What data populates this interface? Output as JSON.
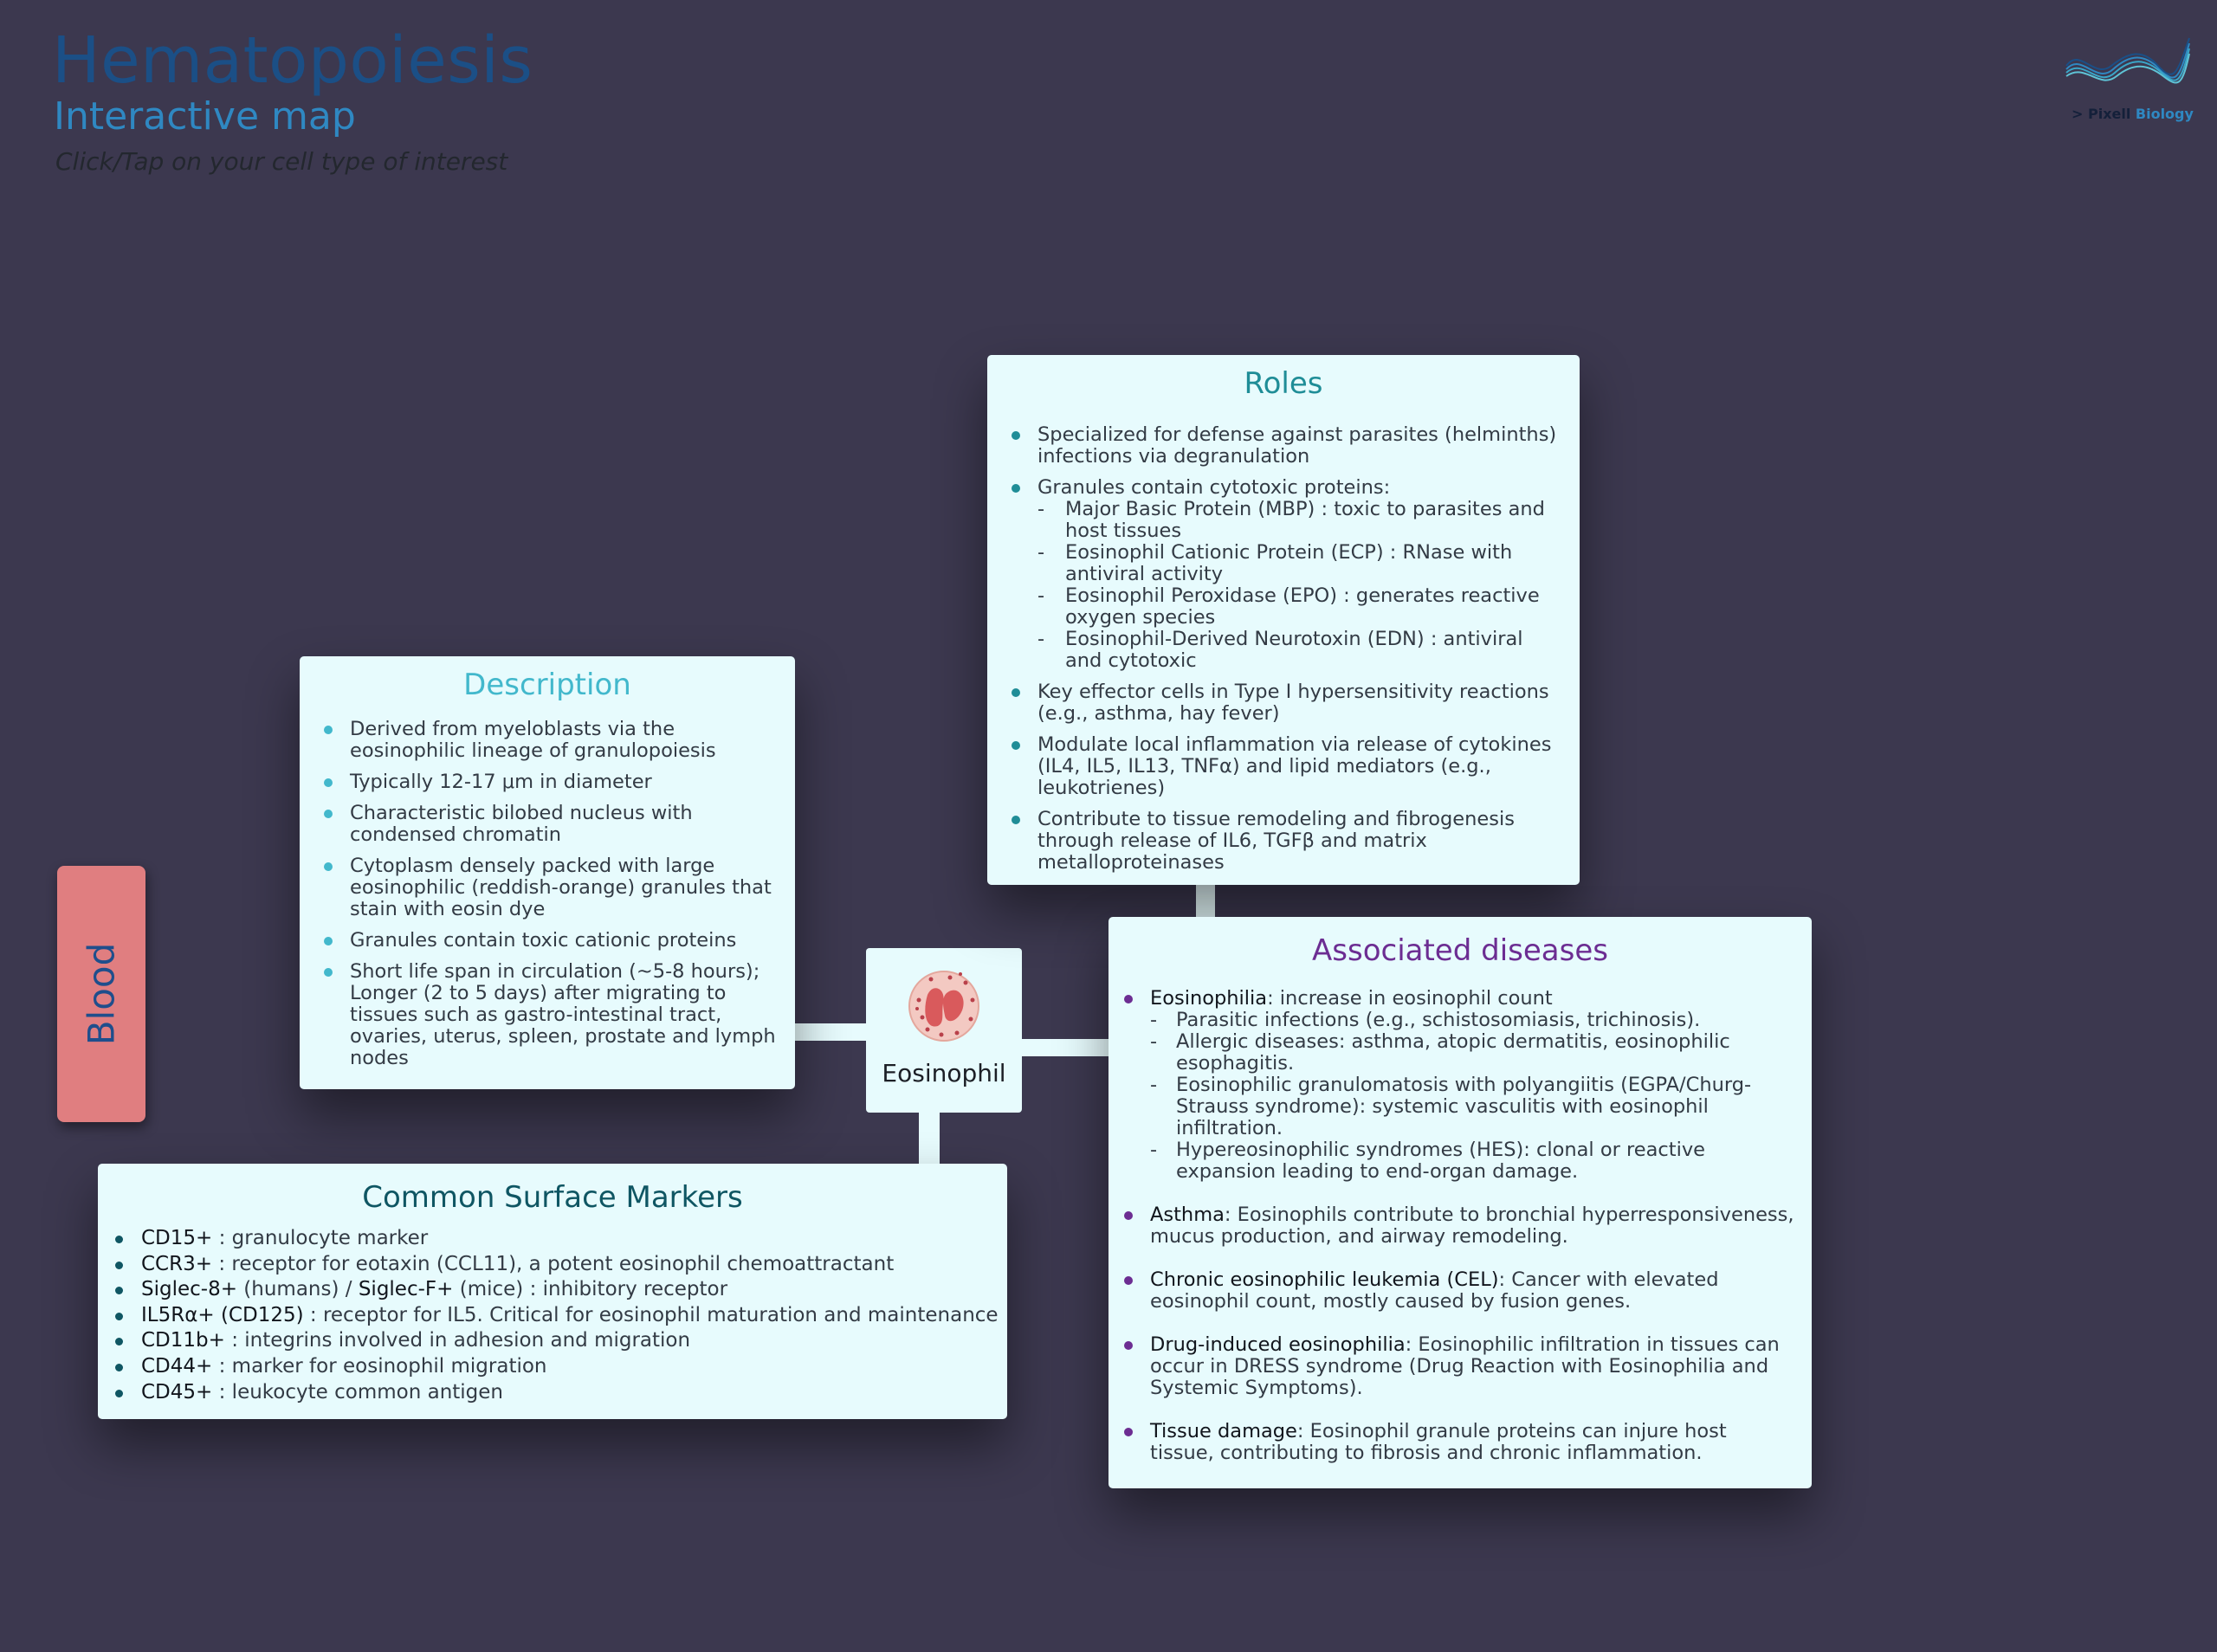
{
  "header": {
    "title": "Hematopoiesis",
    "subtitle": "Interactive map",
    "hint": "Click/Tap on your cell type of interest"
  },
  "logo": {
    "prefix": "> Pixell",
    "suffix": " Biology"
  },
  "blood_tab": {
    "label": "Blood"
  },
  "cell": {
    "label": "Eosinophil"
  },
  "roles": {
    "title": "Roles",
    "items": [
      {
        "text": "Specialized for defense against parasites (helminths) infections via degranulation"
      },
      {
        "text": "Granules contain cytotoxic proteins:",
        "subs": [
          "Major Basic Protein (MBP) : toxic to parasites and host tissues",
          "Eosinophil Cationic Protein (ECP) : RNase with antiviral activity",
          "Eosinophil Peroxidase (EPO) : generates reactive oxygen species",
          "Eosinophil-Derived Neurotoxin (EDN) : antiviral and cytotoxic"
        ]
      },
      {
        "text": "Key effector cells in Type I hypersensitivity reactions (e.g., asthma, hay fever)"
      },
      {
        "text": "Modulate local inflammation via release of cytokines (IL4, IL5, IL13, TNFα) and lipid mediators (e.g., leukotrienes)"
      },
      {
        "text": "Contribute to tissue remodeling and fibrogenesis through release of IL6, TGFβ and matrix metalloproteinases"
      }
    ]
  },
  "description": {
    "title": "Description",
    "items": [
      "Derived from myeloblasts via the eosinophilic lineage of granulopoiesis",
      "Typically 12-17 μm in diameter",
      "Characteristic bilobed nucleus with condensed chromatin",
      "Cytoplasm densely packed with large eosinophilic (reddish-orange) granules that stain with eosin dye",
      "Granules contain toxic cationic proteins",
      "Short life span in circulation (~5-8 hours); Longer (2 to 5 days) after migrating to tissues such as gastro-intestinal tract, ovaries, uterus, spleen, prostate and lymph nodes"
    ]
  },
  "markers": {
    "title": "Common Surface Markers",
    "items": [
      {
        "parts": [
          {
            "b": "CD15+"
          },
          {
            "t": " : granulocyte marker"
          }
        ]
      },
      {
        "parts": [
          {
            "b": "CCR3+"
          },
          {
            "t": " : receptor for eotaxin (CCL11), a potent eosinophil chemoattractant"
          }
        ]
      },
      {
        "parts": [
          {
            "b": "Siglec-8+"
          },
          {
            "t": " (humans) / "
          },
          {
            "b": "Siglec-F+"
          },
          {
            "t": " (mice) : inhibitory receptor"
          }
        ]
      },
      {
        "parts": [
          {
            "b": "IL5Rα+ (CD125)"
          },
          {
            "t": " : receptor for IL5. Critical for eosinophil maturation and maintenance"
          }
        ]
      },
      {
        "parts": [
          {
            "b": "CD11b+"
          },
          {
            "t": " : integrins involved in adhesion and migration"
          }
        ]
      },
      {
        "parts": [
          {
            "b": "CD44+"
          },
          {
            "t": " : marker for eosinophil migration"
          }
        ]
      },
      {
        "parts": [
          {
            "b": "CD45+"
          },
          {
            "t": " : leukocyte common antigen"
          }
        ]
      }
    ]
  },
  "diseases": {
    "title": "Associated diseases",
    "items": [
      {
        "name": "Eosinophilia",
        "text": ": increase in eosinophil count",
        "subs": [
          "Parasitic infections (e.g., schistosomiasis, trichinosis).",
          "Allergic diseases: asthma, atopic dermatitis, eosinophilic esophagitis.",
          "Eosinophilic granulomatosis with polyangiitis (EGPA/Churg-Strauss syndrome): systemic vasculitis with eosinophil infiltration.",
          "Hypereosinophilic syndromes (HES): clonal or reactive expansion leading to end-organ damage."
        ]
      },
      {
        "name": "Asthma",
        "text": ": Eosinophils contribute to bronchial hyperresponsiveness, mucus production, and airway remodeling."
      },
      {
        "name": "Chronic eosinophilic leukemia (CEL)",
        "text": ": Cancer with elevated eosinophil count, mostly caused by fusion genes."
      },
      {
        "name": "Drug-induced eosinophilia",
        "text": ": Eosinophilic infiltration in tissues can occur in DRESS syndrome (Drug Reaction with Eosinophilia and Systemic Symptoms)."
      },
      {
        "name": "Tissue damage",
        "text": ": Eosinophil granule proteins can injure host tissue, contributing to fibrosis and chronic inflammation."
      }
    ]
  }
}
